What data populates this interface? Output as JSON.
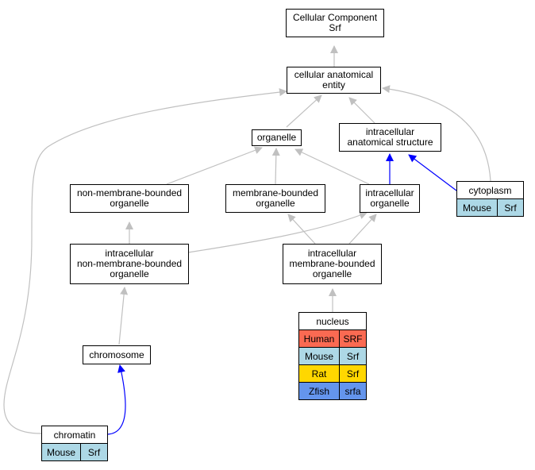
{
  "colors": {
    "edge_default": "#c0c0c0",
    "edge_highlight": "#0000ff",
    "Human": "#fa6a52",
    "Mouse": "#add8e6",
    "Rat": "#ffd700",
    "Zfish": "#6495ed"
  },
  "nodes": {
    "cellular_component": [
      "Cellular Component",
      "Srf"
    ],
    "cellular_anatomical_entity": [
      "cellular anatomical",
      "entity"
    ],
    "organelle": [
      "organelle"
    ],
    "intracellular_anatomical_structure": [
      "intracellular",
      "anatomical structure"
    ],
    "non_membrane_bounded_organelle": [
      "non-membrane-bounded",
      "organelle"
    ],
    "membrane_bounded_organelle": [
      "membrane-bounded",
      "organelle"
    ],
    "intracellular_organelle": [
      "intracellular",
      "organelle"
    ],
    "intracellular_non_membrane_bounded_organelle": [
      "intracellular",
      "non-membrane-bounded",
      "organelle"
    ],
    "intracellular_membrane_bounded_organelle": [
      "intracellular",
      "membrane-bounded",
      "organelle"
    ],
    "chromosome": [
      "chromosome"
    ]
  },
  "gene_tables": {
    "cytoplasm": {
      "title": "cytoplasm",
      "rows": [
        {
          "species": "Mouse",
          "gene": "Srf"
        }
      ]
    },
    "nucleus": {
      "title": "nucleus",
      "rows": [
        {
          "species": "Human",
          "gene": "SRF"
        },
        {
          "species": "Mouse",
          "gene": "Srf"
        },
        {
          "species": "Rat",
          "gene": "Srf"
        },
        {
          "species": "Zfish",
          "gene": "srfa"
        }
      ]
    },
    "chromatin": {
      "title": "chromatin",
      "rows": [
        {
          "species": "Mouse",
          "gene": "Srf"
        }
      ]
    }
  }
}
